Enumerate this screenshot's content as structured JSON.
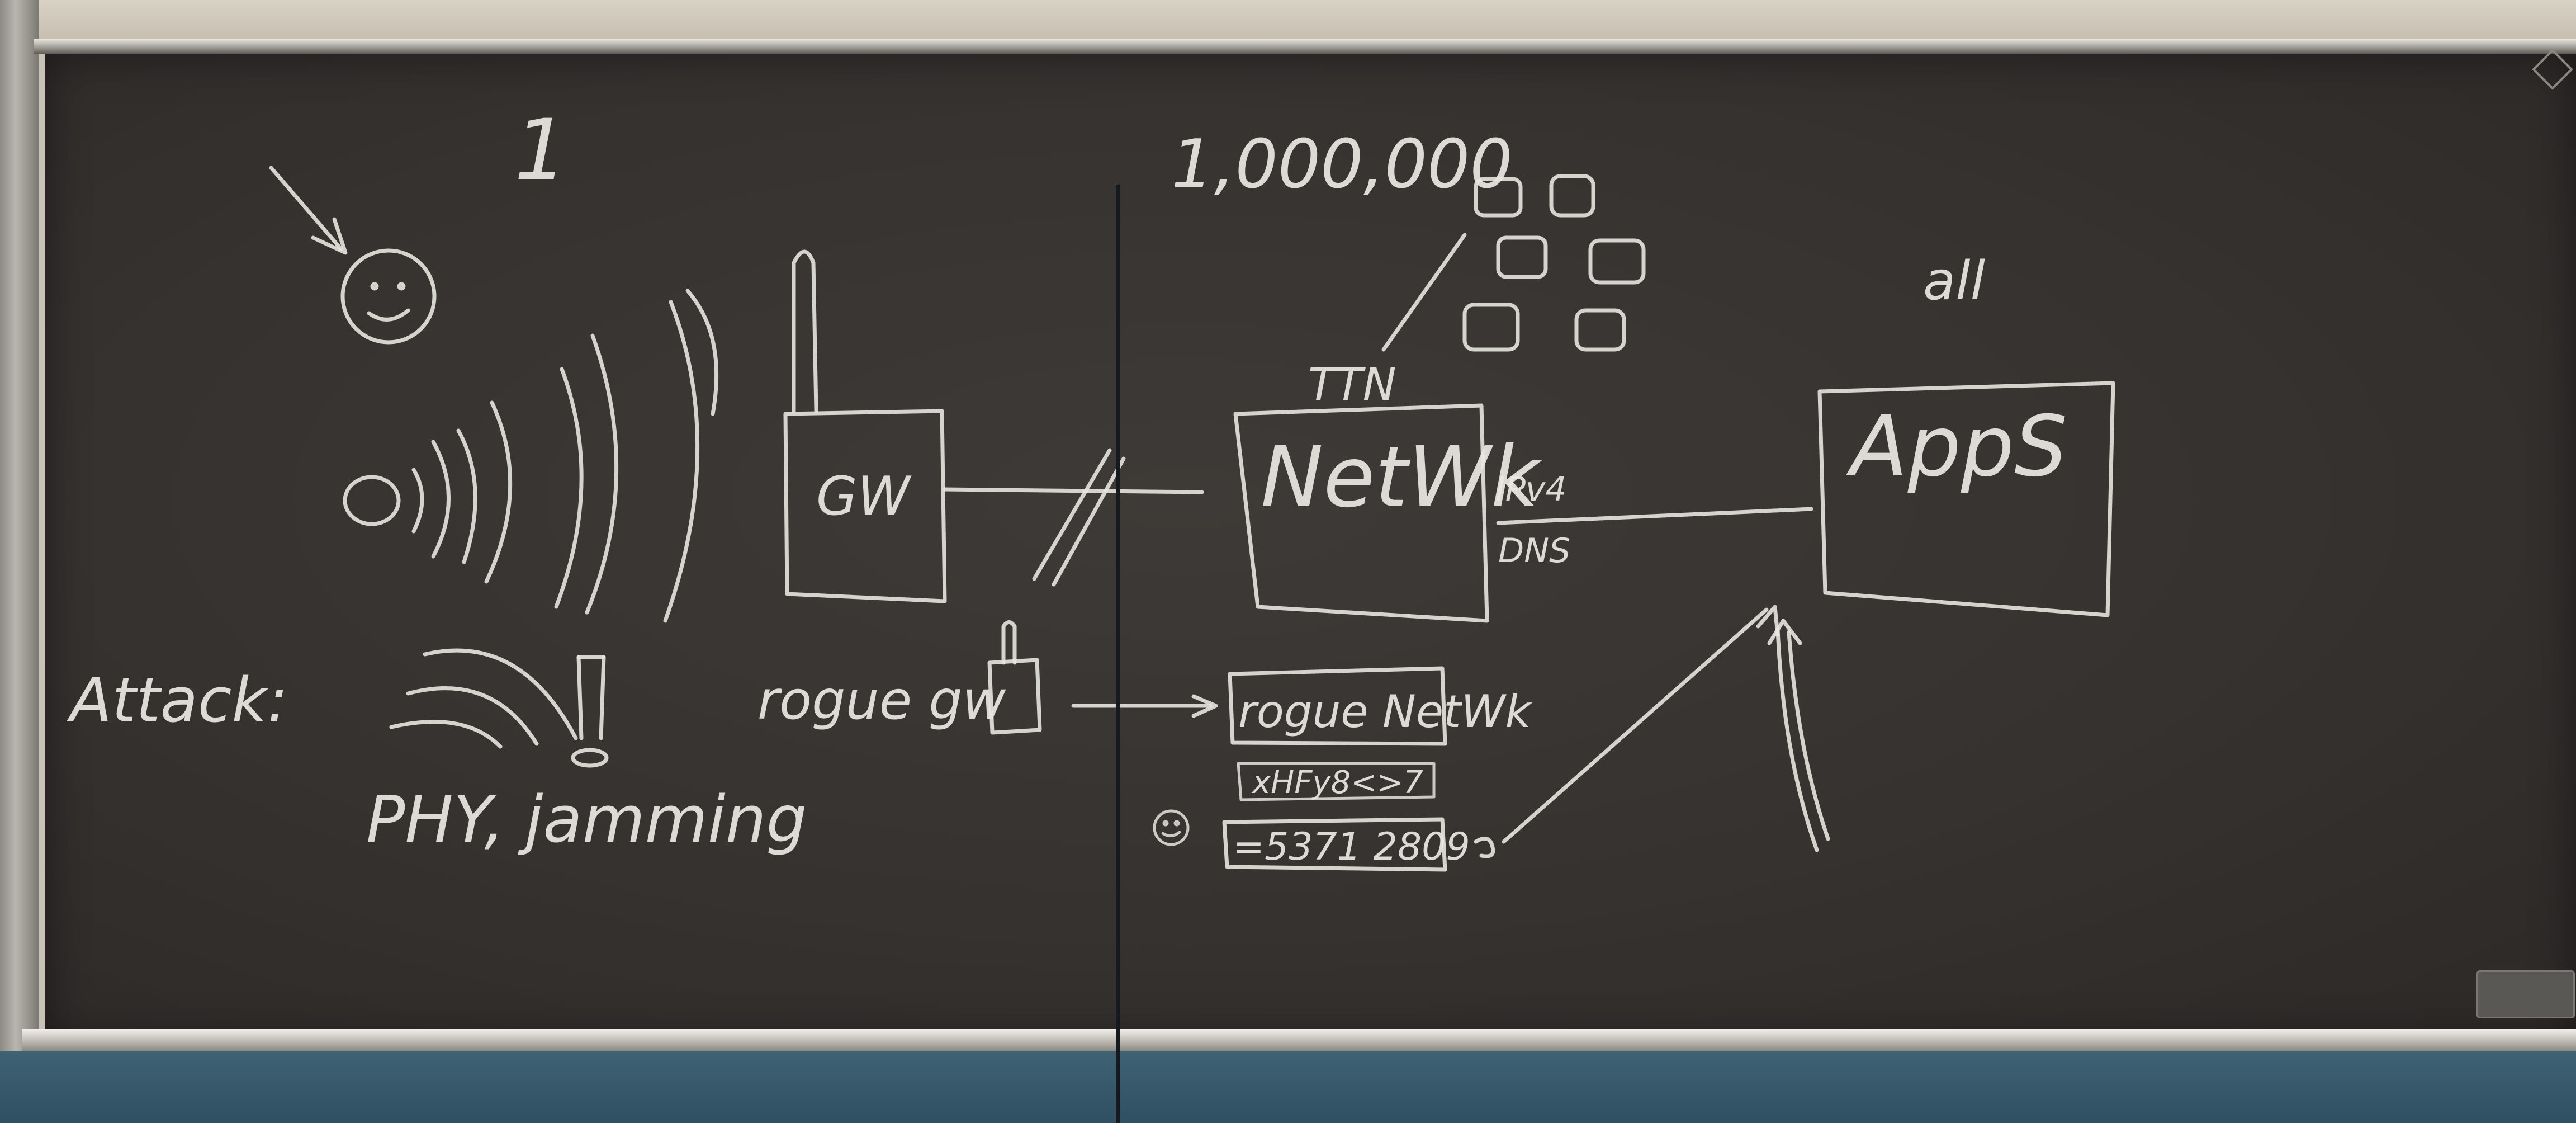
{
  "board_text": {
    "one": "1",
    "million": "1,000,000",
    "all": "all",
    "ttn": "TTN",
    "gw": "GW",
    "netwk": "NetWk",
    "ipv4": "IPv4",
    "dns": "DNS",
    "apps": "AppS",
    "attack": "Attack:",
    "phy_jamming": "PHY, jamming",
    "rogue_gw": "rogue gw",
    "rogue_netwk": "rogue NetWk",
    "key_box": "xHFy8<>7",
    "number_box": "=5371 2809"
  },
  "icons": [
    "smiley-icon",
    "arrow-icon",
    "antenna-icon",
    "device-icon",
    "exclamation-icon",
    "radio-waves-icon"
  ]
}
